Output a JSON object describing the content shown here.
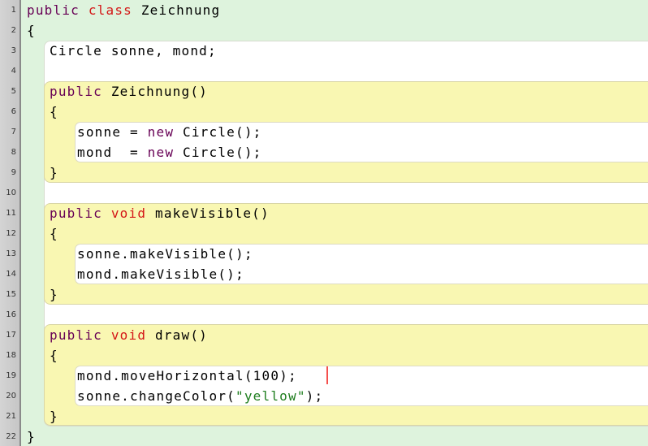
{
  "editor": {
    "gutter": {
      "numbers": [
        "1",
        "2",
        "3",
        "4",
        "5",
        "6",
        "7",
        "8",
        "9",
        "10",
        "11",
        "12",
        "13",
        "14",
        "15",
        "16",
        "17",
        "18",
        "19",
        "20",
        "21",
        "22"
      ]
    },
    "caret": {
      "visible": true,
      "line": 20
    },
    "colors": {
      "keyword": "#670055",
      "keyword_secondary": "#d41717",
      "string": "#1e7d1e",
      "code_text": "#000000",
      "class_scope_bg": "#def3dd",
      "method_scope_bg": "#f9f7b2",
      "body_bg": "#ffffff",
      "gutter_bg": "#c6c6c6",
      "gutter_border": "#8a8a8a",
      "line_number": "#333333",
      "caret": "#f4504d"
    },
    "lines": [
      {
        "n": 1,
        "indent": 0,
        "tokens": [
          {
            "t": "public",
            "c": "kw"
          },
          {
            "t": " "
          },
          {
            "t": "class",
            "c": "type"
          },
          {
            "t": " Zeichnung"
          }
        ]
      },
      {
        "n": 2,
        "indent": 0,
        "tokens": [
          {
            "t": "{"
          }
        ]
      },
      {
        "n": 3,
        "indent": 1,
        "tokens": [
          {
            "t": "Circle sonne, mond;"
          }
        ]
      },
      {
        "n": 4,
        "indent": 1,
        "tokens": []
      },
      {
        "n": 5,
        "indent": 1,
        "tokens": [
          {
            "t": "public",
            "c": "kw"
          },
          {
            "t": " Zeichnung()"
          }
        ]
      },
      {
        "n": 6,
        "indent": 1,
        "tokens": [
          {
            "t": "{"
          }
        ]
      },
      {
        "n": 7,
        "indent": 2,
        "tokens": [
          {
            "t": "sonne = "
          },
          {
            "t": "new",
            "c": "kw"
          },
          {
            "t": " Circle();"
          }
        ]
      },
      {
        "n": 8,
        "indent": 2,
        "tokens": [
          {
            "t": "mond  = "
          },
          {
            "t": "new",
            "c": "kw"
          },
          {
            "t": " Circle();"
          }
        ]
      },
      {
        "n": 9,
        "indent": 1,
        "tokens": [
          {
            "t": "}"
          }
        ]
      },
      {
        "n": 10,
        "indent": 1,
        "tokens": []
      },
      {
        "n": 11,
        "indent": 1,
        "tokens": [
          {
            "t": "public",
            "c": "kw"
          },
          {
            "t": " "
          },
          {
            "t": "void",
            "c": "type"
          },
          {
            "t": " makeVisible()"
          }
        ]
      },
      {
        "n": 12,
        "indent": 1,
        "tokens": [
          {
            "t": "{"
          }
        ]
      },
      {
        "n": 13,
        "indent": 2,
        "tokens": [
          {
            "t": "sonne.makeVisible();"
          }
        ]
      },
      {
        "n": 14,
        "indent": 2,
        "tokens": [
          {
            "t": "mond.makeVisible();"
          }
        ]
      },
      {
        "n": 15,
        "indent": 1,
        "tokens": [
          {
            "t": "}"
          }
        ]
      },
      {
        "n": 16,
        "indent": 1,
        "tokens": []
      },
      {
        "n": 17,
        "indent": 1,
        "tokens": [
          {
            "t": "public",
            "c": "kw"
          },
          {
            "t": " "
          },
          {
            "t": "void",
            "c": "type"
          },
          {
            "t": " draw()"
          }
        ]
      },
      {
        "n": 18,
        "indent": 1,
        "tokens": [
          {
            "t": "{"
          }
        ]
      },
      {
        "n": 19,
        "indent": 2,
        "tokens": [
          {
            "t": "mond.moveHorizontal(100);"
          }
        ]
      },
      {
        "n": 20,
        "indent": 2,
        "tokens": [
          {
            "t": "sonne.changeColor("
          },
          {
            "t": "\"yellow\"",
            "c": "str"
          },
          {
            "t": ");"
          }
        ]
      },
      {
        "n": 21,
        "indent": 1,
        "tokens": [
          {
            "t": "}"
          }
        ]
      },
      {
        "n": 22,
        "indent": 0,
        "tokens": [
          {
            "t": "}"
          }
        ]
      }
    ]
  }
}
